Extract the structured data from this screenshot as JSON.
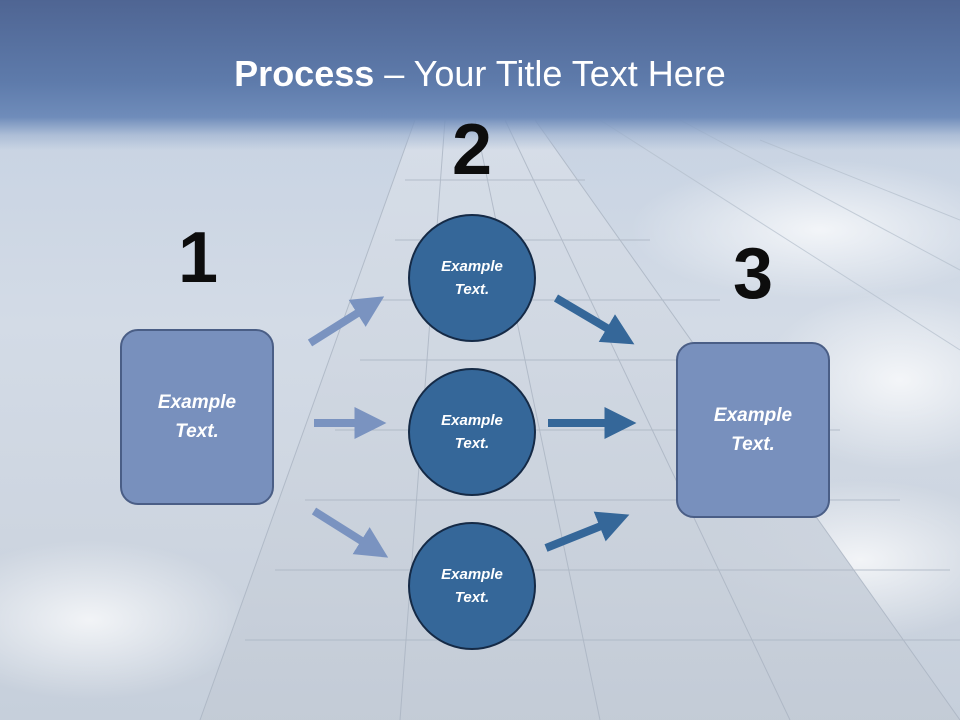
{
  "title": {
    "bold": "Process",
    "rest": " – Your Title Text Here"
  },
  "steps": [
    {
      "number": "1",
      "text": "Example\nText."
    },
    {
      "number": "2",
      "circles": [
        "Example\nText.",
        "Example\nText.",
        "Example\nText."
      ]
    },
    {
      "number": "3",
      "text": "Example\nText."
    }
  ],
  "colors": {
    "box_fill": "#7890bd",
    "circle_fill": "#356799",
    "arrow_light": "#7a93c0",
    "arrow_dark": "#356799"
  }
}
